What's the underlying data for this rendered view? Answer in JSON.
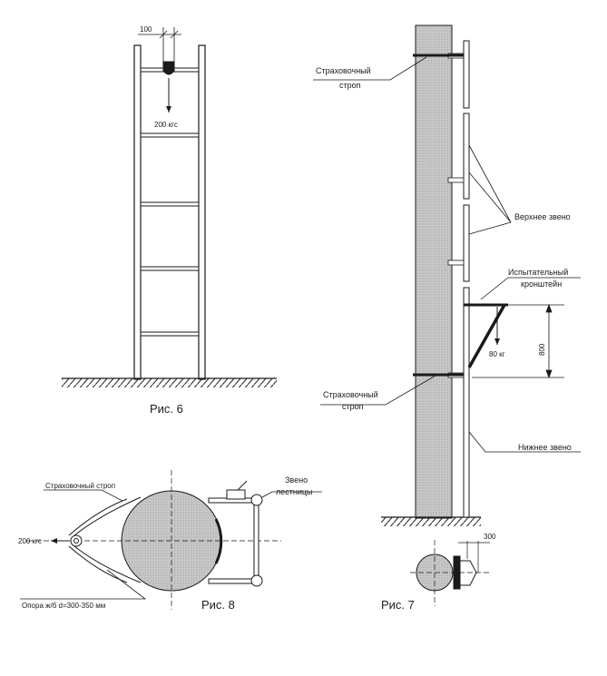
{
  "fig6": {
    "caption": "Рис. 6",
    "dim_top": "100",
    "load": "200 кгс"
  },
  "fig7": {
    "caption": "Рис. 7",
    "safety_strap_top_line1": "Страховочный",
    "safety_strap_top_line2": "строп",
    "upper_link": "Верхнее звено",
    "test_bracket_line1": "Испытательный",
    "test_bracket_line2": "кронштейн",
    "load": "80 кг",
    "dim_800": "800",
    "safety_strap_bottom_line1": "Страховочный",
    "safety_strap_bottom_line2": "строп",
    "lower_link": "Нижнее звено",
    "dim_300": "300"
  },
  "fig8": {
    "caption": "Рис. 8",
    "safety_strap": "Страховочный строп",
    "load": "200 кгс",
    "ladder_link_line1": "Звено",
    "ladder_link_line2": "лестницы",
    "support": "Опора ж/б d=300-350 мм"
  },
  "colors": {
    "line": "#1a1a1a",
    "concrete": "#c4c4c4"
  }
}
